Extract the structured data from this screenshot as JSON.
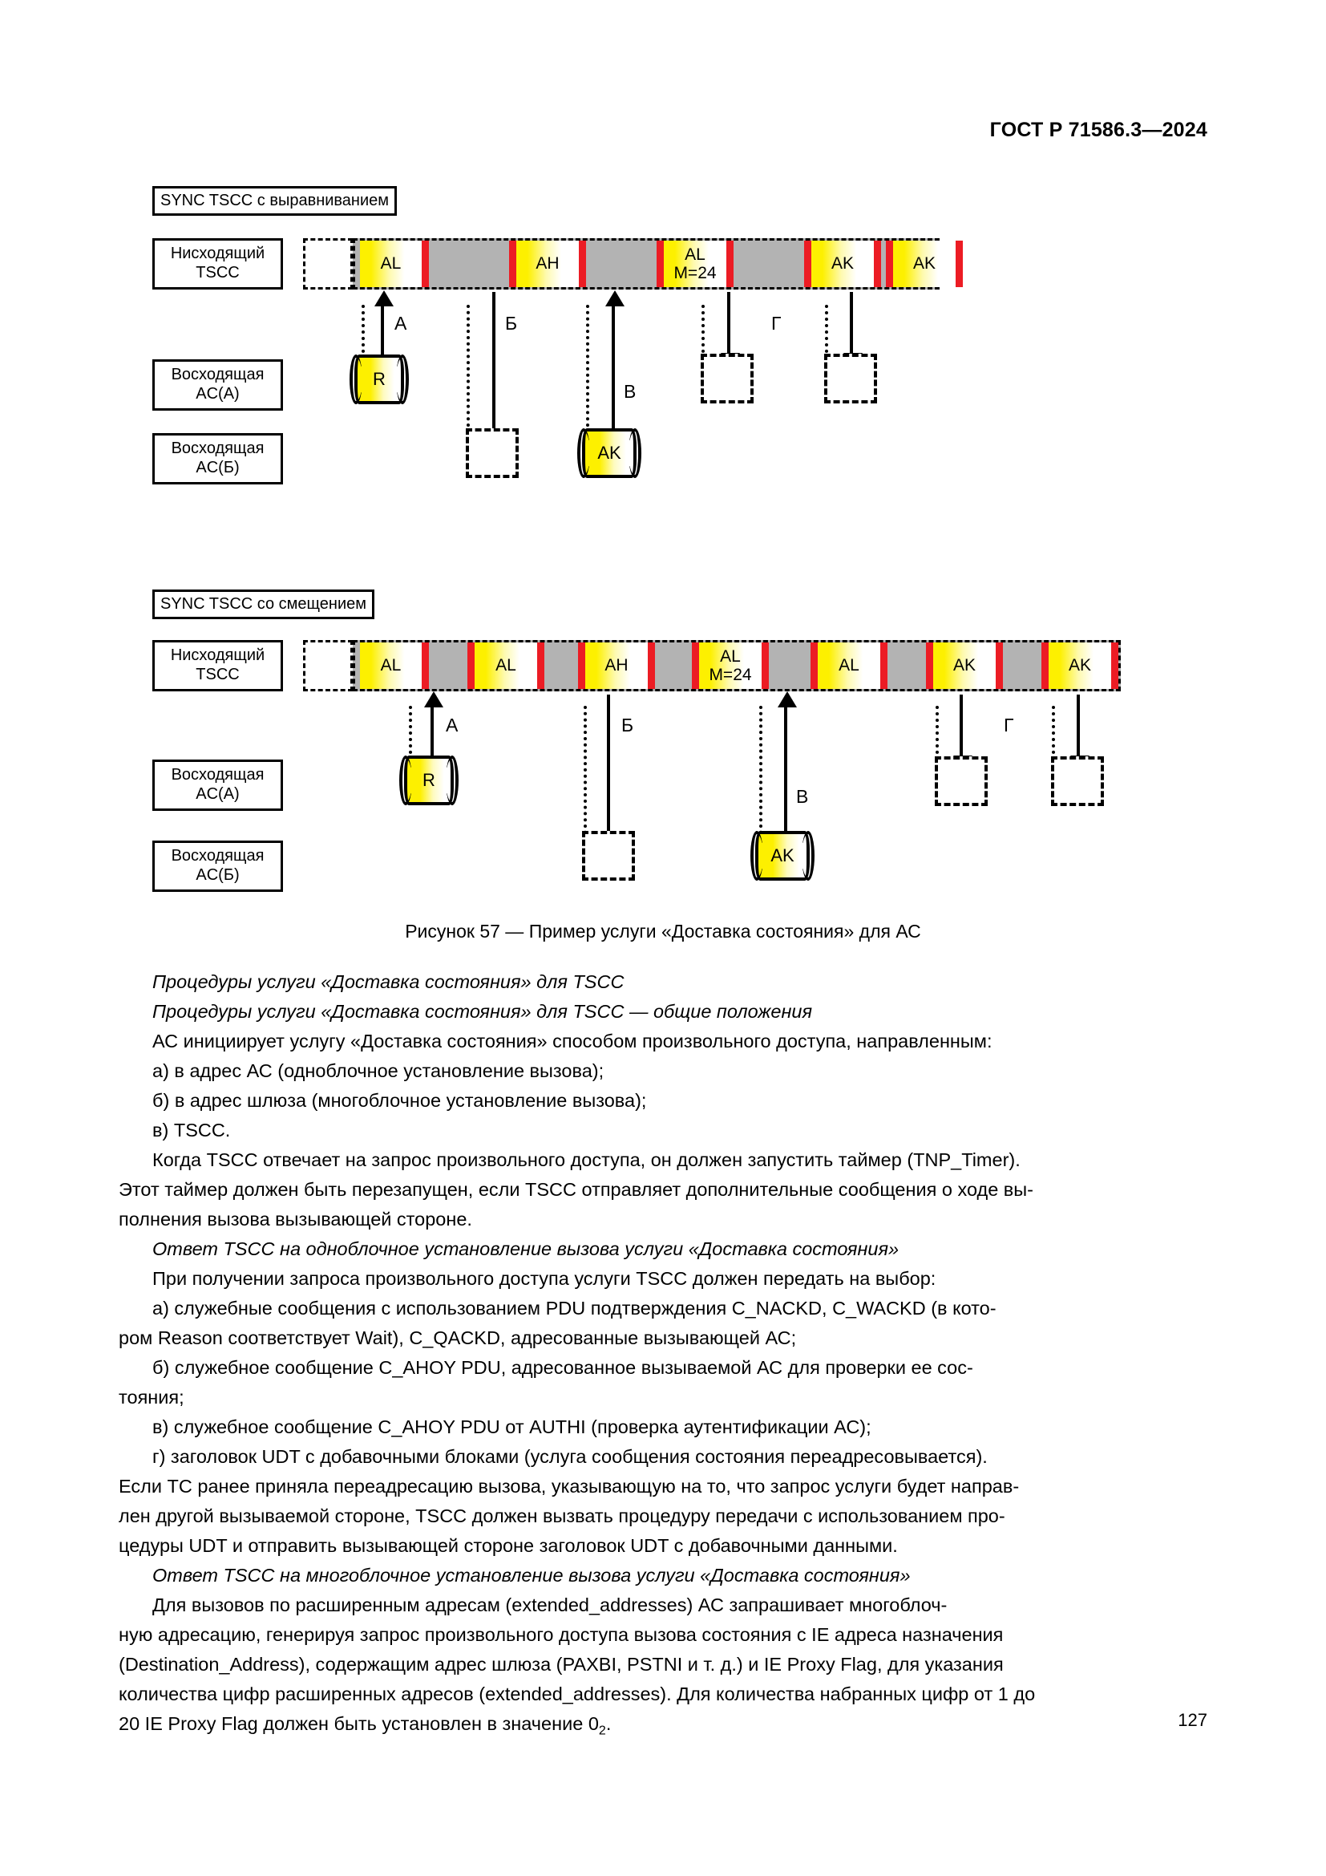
{
  "header": {
    "standard": "ГОСТ Р 71586.3—2024",
    "page_number": "127"
  },
  "figure": {
    "caption": "Рисунок 57 — Пример услуги «Доставка состояния» для АС",
    "diagram1": {
      "sync_label": "SYNC TSCC с выравниванием",
      "rows": [
        {
          "line1": "Нисходящий",
          "line2": "TSCC"
        },
        {
          "line1": "Восходящая",
          "line2": "AC(A)"
        },
        {
          "line1": "Восходящая",
          "line2": "AC(Б)"
        }
      ],
      "blocks": [
        {
          "label": "AL",
          "label2": ""
        },
        {
          "label": "AH",
          "label2": ""
        },
        {
          "label": "AL",
          "label2": "M=24"
        },
        {
          "label": "AK",
          "label2": ""
        },
        {
          "label": "AK",
          "label2": ""
        }
      ],
      "arrow_labels": {
        "a": "А",
        "b": "Б",
        "v": "В",
        "g": "Г"
      },
      "nodes": [
        {
          "label": "R"
        },
        {
          "label": "AK"
        }
      ]
    },
    "diagram2": {
      "sync_label": "SYNC TSCC со смещением",
      "rows": [
        {
          "line1": "Нисходящий",
          "line2": "TSCC"
        },
        {
          "line1": "Восходящая",
          "line2": "AC(A)"
        },
        {
          "line1": "Восходящая",
          "line2": "AC(Б)"
        }
      ],
      "blocks": [
        {
          "label": "AL",
          "label2": ""
        },
        {
          "label": "AL",
          "label2": ""
        },
        {
          "label": "AH",
          "label2": ""
        },
        {
          "label": "AL",
          "label2": "M=24"
        },
        {
          "label": "AL",
          "label2": ""
        },
        {
          "label": "AK",
          "label2": ""
        },
        {
          "label": "AK",
          "label2": ""
        }
      ],
      "arrow_labels": {
        "a": "А",
        "b": "Б",
        "v": "В",
        "g": "Г"
      },
      "nodes": [
        {
          "label": "R"
        },
        {
          "label": "AK"
        }
      ]
    },
    "colors": {
      "accent_yellow": "#fdf000",
      "accent_red": "#ec1c24",
      "slot_gray": "#b3b3b3"
    }
  },
  "body": {
    "lines": [
      {
        "id": "l01",
        "text": "Процедуры услуги «Доставка состояния» для TSCC",
        "italic": true
      },
      {
        "id": "l02",
        "text": "Процедуры услуги «Доставка состояния» для TSCC — общие положения",
        "italic": true
      },
      {
        "id": "l03",
        "text": "АС инициирует услугу «Доставка состояния» способом произвольного доступа, направленным:",
        "italic": false
      },
      {
        "id": "l04",
        "text": "а)  в адрес АС (одноблочное установление вызова);",
        "italic": false
      },
      {
        "id": "l05",
        "text": "б)  в адрес шлюза (многоблочное установление вызова);",
        "italic": false
      },
      {
        "id": "l06",
        "text": "в)  TSCC.",
        "italic": false
      },
      {
        "id": "l07",
        "text": "Когда TSCC отвечает на запрос произвольного доступа, он должен запустить таймер (TNP_Timer).",
        "italic": false
      },
      {
        "id": "l08",
        "text": "Этот таймер должен быть перезапущен, если TSCC отправляет дополнительные сообщения о ходе вы-",
        "italic": false
      },
      {
        "id": "l09",
        "text": "полнения вызова вызывающей стороне.",
        "italic": false
      },
      {
        "id": "l10",
        "text": "Ответ TSCC на одноблочное установление вызова услуги «Доставка состояния»",
        "italic": true
      },
      {
        "id": "l11",
        "text": "При получении запроса произвольного доступа услуги TSCC должен передать на выбор:",
        "italic": false
      },
      {
        "id": "l12",
        "text": "а)  служебные сообщения с использованием PDU подтверждения C_NACKD, C_WACKD (в кото-",
        "italic": false
      },
      {
        "id": "l13",
        "text": "ром Reason соответствует Wait), C_QACKD, адресованные вызывающей АС;",
        "italic": false
      },
      {
        "id": "l14",
        "text": "б)  служебное  сообщение  C_AHOY PDU,  адресованное  вызываемой  АС  для  проверки  ее  сос-",
        "italic": false
      },
      {
        "id": "l15",
        "text": "тояния;",
        "italic": false
      },
      {
        "id": "l16",
        "text": "в)  служебное сообщение C_AHOY PDU от AUTHI (проверка аутентификации АС);",
        "italic": false
      },
      {
        "id": "l17",
        "text": "г)  заголовок  UDT  с добавочными  блоками  (услуга  сообщения  состояния  переадресовывается).",
        "italic": false
      },
      {
        "id": "l18",
        "text": "Если ТС ранее приняла переадресацию вызова, указывающую на то, что запрос услуги будет направ-",
        "italic": false
      },
      {
        "id": "l19",
        "text": "лен другой вызываемой стороне, TSCC должен вызвать процедуру передачи с использованием про-",
        "italic": false
      },
      {
        "id": "l20",
        "text": "цедуры UDT и отправить вызывающей стороне заголовок UDT с добавочными данными.",
        "italic": false
      },
      {
        "id": "l21",
        "text": "Ответ TSCC на многоблочное установление вызова услуги «Доставка состояния»",
        "italic": true
      },
      {
        "id": "l22",
        "text": "Для  вызовов  по  расширенным  адресам  (extended_addresses)  АС  запрашивает  многоблоч-",
        "italic": false
      },
      {
        "id": "l23",
        "text": "ную адресацию, генерируя запрос произвольного доступа вызова состояния с IE адреса назначения",
        "italic": false
      },
      {
        "id": "l24",
        "text": "(Destination_Address), содержащим адрес шлюза (PAXBI, PSTNI и т. д.) и IE Proxy Flag, для указания",
        "italic": false
      },
      {
        "id": "l25",
        "text": "количества цифр расширенных адресов (extended_addresses). Для количества набранных цифр от 1 до",
        "italic": false
      },
      {
        "id": "l26a",
        "text": "20 IE Proxy Flag должен быть установлен в значение 0",
        "italic": false
      },
      {
        "id": "l26b",
        "text": "2",
        "italic": false
      },
      {
        "id": "l26c",
        "text": ".",
        "italic": false
      }
    ]
  }
}
